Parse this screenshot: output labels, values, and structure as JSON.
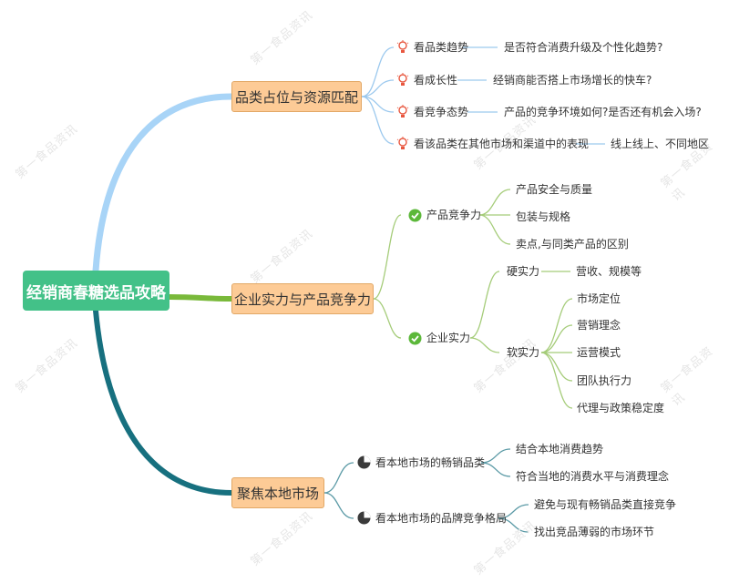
{
  "root": {
    "label": "经销商春糖选品攻略"
  },
  "branches": [
    {
      "label": "品类占位与资源匹配",
      "items": [
        {
          "label": "看品类趋势",
          "detail": "是否符合消费升级及个性化趋势?"
        },
        {
          "label": "看成长性",
          "detail": "经销商能否搭上市场增长的快车?"
        },
        {
          "label": "看竞争态势",
          "detail": "产品的竞争环境如何?是否还有机会入场?"
        },
        {
          "label": "看该品类在其他市场和渠道中的表现",
          "detail": "线上线上、不同地区"
        }
      ]
    },
    {
      "label": "企业实力与产品竞争力",
      "groups": [
        {
          "label": "产品竞争力",
          "children": [
            "产品安全与质量",
            "包装与规格",
            "卖点,与同类产品的区别"
          ]
        },
        {
          "label": "企业实力",
          "subgroups": [
            {
              "label": "硬实力",
              "children": [
                "营收、规模等"
              ]
            },
            {
              "label": "软实力",
              "children": [
                "市场定位",
                "营销理念",
                "运营模式",
                "团队执行力",
                "代理与政策稳定度"
              ]
            }
          ]
        }
      ]
    },
    {
      "label": "聚焦本地市场",
      "groups": [
        {
          "label": "看本地市场的畅销品类",
          "children": [
            "结合本地消费趋势",
            "符合当地的消费水平与消费理念"
          ]
        },
        {
          "label": "看本地市场的品牌竞争格局",
          "children": [
            "避免与现有畅销品类直接竞争",
            "找出竞品薄弱的市场环节"
          ]
        }
      ]
    }
  ],
  "watermark": "第一食品资讯",
  "colors": {
    "root": "#43c188",
    "branch_fill": "#fdcb96",
    "line_branch1": "#a8d4f7",
    "line_branch2": "#79b93a",
    "line_branch3": "#17707f",
    "leaf_line1": "#9cc9ee",
    "leaf_line2": "#a5cc79",
    "leaf_line3": "#5b9aa6",
    "bulb": "#e8573f",
    "check": "#5cb83a",
    "pie": "#3a3a3a"
  },
  "icons": [
    "bulb-icon",
    "check-circle-icon",
    "pie-chart-icon"
  ]
}
